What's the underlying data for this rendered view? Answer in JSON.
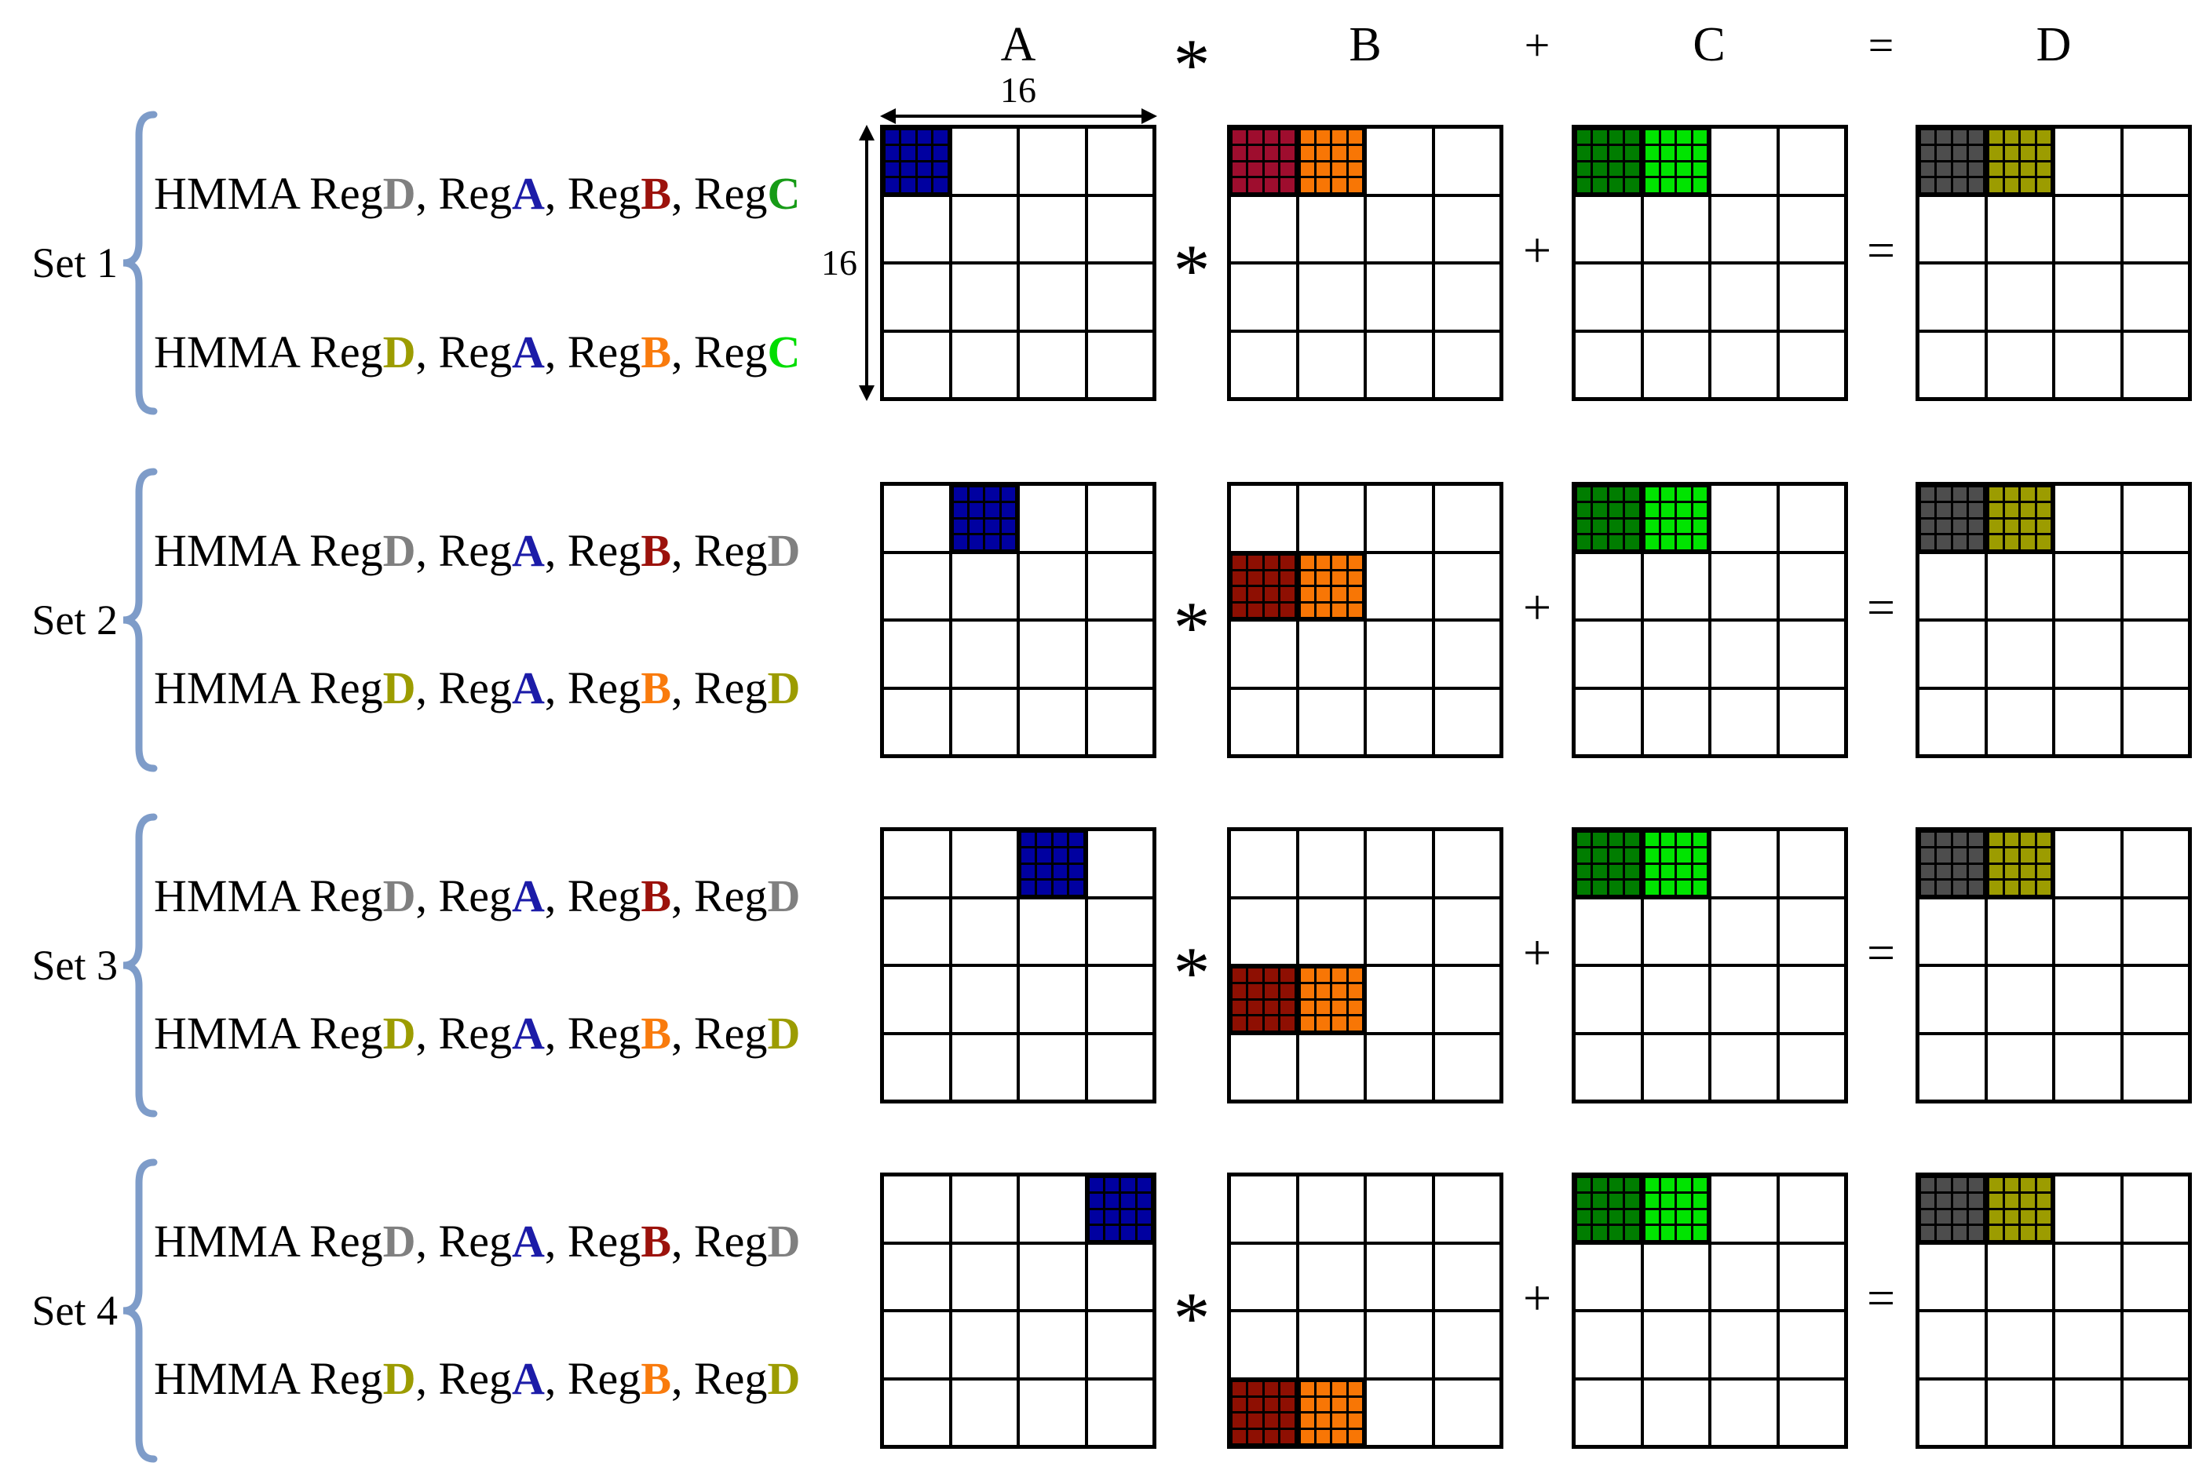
{
  "palette": {
    "navy": "#0000A0",
    "crimson": "#9E0D2E",
    "brickred": "#8E0F02",
    "orange": "#F87605",
    "darkgreen": "#007D00",
    "brightgreen": "#00E400",
    "darkgray": "#4D4D4D",
    "olive": "#9C9C00",
    "brace": "#7E9CC9",
    "letter_gray": "#808080",
    "letter_navy": "#1C1CA8",
    "letter_darkred": "#9C120C",
    "letter_orange": "#F97B0D",
    "letter_green": "#169B16",
    "letter_brightgreen": "#00DD00",
    "letter_olive": "#9C9C00"
  },
  "header": {
    "matrix_labels": [
      "A",
      "B",
      "C",
      "D"
    ],
    "operators": [
      "*",
      "+",
      "="
    ]
  },
  "dimensions": {
    "width_label": "16",
    "height_label": "16"
  },
  "row_operators": [
    "*",
    "+",
    "="
  ],
  "sets": [
    {
      "label": "Set 1",
      "instructions": [
        {
          "segments": [
            {
              "text": "HMMA Reg"
            },
            {
              "text": "D",
              "color": "letter_gray"
            },
            {
              "text": ", Reg"
            },
            {
              "text": "A",
              "color": "letter_navy"
            },
            {
              "text": ", Reg"
            },
            {
              "text": "B",
              "color": "letter_darkred"
            },
            {
              "text": ", Reg"
            },
            {
              "text": "C",
              "color": "letter_green"
            }
          ]
        },
        {
          "segments": [
            {
              "text": "HMMA Reg"
            },
            {
              "text": "D",
              "color": "letter_olive"
            },
            {
              "text": ", Reg"
            },
            {
              "text": "A",
              "color": "letter_navy"
            },
            {
              "text": ", Reg"
            },
            {
              "text": "B",
              "color": "letter_orange"
            },
            {
              "text": ", Reg"
            },
            {
              "text": "C",
              "color": "letter_brightgreen"
            }
          ]
        }
      ],
      "matrices": [
        {
          "name": "A",
          "filled": [
            {
              "row": 0,
              "col": 0,
              "color": "navy"
            }
          ]
        },
        {
          "name": "B",
          "filled": [
            {
              "row": 0,
              "col": 0,
              "color": "crimson"
            },
            {
              "row": 0,
              "col": 1,
              "color": "orange"
            }
          ]
        },
        {
          "name": "C",
          "filled": [
            {
              "row": 0,
              "col": 0,
              "color": "darkgreen"
            },
            {
              "row": 0,
              "col": 1,
              "color": "brightgreen"
            }
          ]
        },
        {
          "name": "D",
          "filled": [
            {
              "row": 0,
              "col": 0,
              "color": "darkgray"
            },
            {
              "row": 0,
              "col": 1,
              "color": "olive"
            }
          ]
        }
      ]
    },
    {
      "label": "Set 2",
      "instructions": [
        {
          "segments": [
            {
              "text": "HMMA Reg"
            },
            {
              "text": "D",
              "color": "letter_gray"
            },
            {
              "text": ", Reg"
            },
            {
              "text": "A",
              "color": "letter_navy"
            },
            {
              "text": ", Reg"
            },
            {
              "text": "B",
              "color": "letter_darkred"
            },
            {
              "text": ", Reg"
            },
            {
              "text": "D",
              "color": "letter_gray"
            }
          ]
        },
        {
          "segments": [
            {
              "text": "HMMA Reg"
            },
            {
              "text": "D",
              "color": "letter_olive"
            },
            {
              "text": ", Reg"
            },
            {
              "text": "A",
              "color": "letter_navy"
            },
            {
              "text": ", Reg"
            },
            {
              "text": "B",
              "color": "letter_orange"
            },
            {
              "text": ", Reg"
            },
            {
              "text": "D",
              "color": "letter_olive"
            }
          ]
        }
      ],
      "matrices": [
        {
          "name": "A",
          "filled": [
            {
              "row": 0,
              "col": 1,
              "color": "navy"
            }
          ]
        },
        {
          "name": "B",
          "filled": [
            {
              "row": 1,
              "col": 0,
              "color": "brickred"
            },
            {
              "row": 1,
              "col": 1,
              "color": "orange"
            }
          ]
        },
        {
          "name": "C",
          "filled": [
            {
              "row": 0,
              "col": 0,
              "color": "darkgreen"
            },
            {
              "row": 0,
              "col": 1,
              "color": "brightgreen"
            }
          ]
        },
        {
          "name": "D",
          "filled": [
            {
              "row": 0,
              "col": 0,
              "color": "darkgray"
            },
            {
              "row": 0,
              "col": 1,
              "color": "olive"
            }
          ]
        }
      ]
    },
    {
      "label": "Set 3",
      "instructions": [
        {
          "segments": [
            {
              "text": "HMMA Reg"
            },
            {
              "text": "D",
              "color": "letter_gray"
            },
            {
              "text": ", Reg"
            },
            {
              "text": "A",
              "color": "letter_navy"
            },
            {
              "text": ", Reg"
            },
            {
              "text": "B",
              "color": "letter_darkred"
            },
            {
              "text": ", Reg"
            },
            {
              "text": "D",
              "color": "letter_gray"
            }
          ]
        },
        {
          "segments": [
            {
              "text": "HMMA Reg"
            },
            {
              "text": "D",
              "color": "letter_olive"
            },
            {
              "text": ", Reg"
            },
            {
              "text": "A",
              "color": "letter_navy"
            },
            {
              "text": ", Reg"
            },
            {
              "text": "B",
              "color": "letter_orange"
            },
            {
              "text": ", Reg"
            },
            {
              "text": "D",
              "color": "letter_olive"
            }
          ]
        }
      ],
      "matrices": [
        {
          "name": "A",
          "filled": [
            {
              "row": 0,
              "col": 2,
              "color": "navy"
            }
          ]
        },
        {
          "name": "B",
          "filled": [
            {
              "row": 2,
              "col": 0,
              "color": "brickred"
            },
            {
              "row": 2,
              "col": 1,
              "color": "orange"
            }
          ]
        },
        {
          "name": "C",
          "filled": [
            {
              "row": 0,
              "col": 0,
              "color": "darkgreen"
            },
            {
              "row": 0,
              "col": 1,
              "color": "brightgreen"
            }
          ]
        },
        {
          "name": "D",
          "filled": [
            {
              "row": 0,
              "col": 0,
              "color": "darkgray"
            },
            {
              "row": 0,
              "col": 1,
              "color": "olive"
            }
          ]
        }
      ]
    },
    {
      "label": "Set 4",
      "instructions": [
        {
          "segments": [
            {
              "text": "HMMA Reg"
            },
            {
              "text": "D",
              "color": "letter_gray"
            },
            {
              "text": ", Reg"
            },
            {
              "text": "A",
              "color": "letter_navy"
            },
            {
              "text": ", Reg"
            },
            {
              "text": "B",
              "color": "letter_darkred"
            },
            {
              "text": ", Reg"
            },
            {
              "text": "D",
              "color": "letter_gray"
            }
          ]
        },
        {
          "segments": [
            {
              "text": "HMMA Reg"
            },
            {
              "text": "D",
              "color": "letter_olive"
            },
            {
              "text": ", Reg"
            },
            {
              "text": "A",
              "color": "letter_navy"
            },
            {
              "text": ", Reg"
            },
            {
              "text": "B",
              "color": "letter_orange"
            },
            {
              "text": ", Reg"
            },
            {
              "text": "D",
              "color": "letter_olive"
            }
          ]
        }
      ],
      "matrices": [
        {
          "name": "A",
          "filled": [
            {
              "row": 0,
              "col": 3,
              "color": "navy"
            }
          ]
        },
        {
          "name": "B",
          "filled": [
            {
              "row": 3,
              "col": 0,
              "color": "brickred"
            },
            {
              "row": 3,
              "col": 1,
              "color": "orange"
            }
          ]
        },
        {
          "name": "C",
          "filled": [
            {
              "row": 0,
              "col": 0,
              "color": "darkgreen"
            },
            {
              "row": 0,
              "col": 1,
              "color": "brightgreen"
            }
          ]
        },
        {
          "name": "D",
          "filled": [
            {
              "row": 0,
              "col": 0,
              "color": "darkgray"
            },
            {
              "row": 0,
              "col": 1,
              "color": "olive"
            }
          ]
        }
      ]
    }
  ]
}
